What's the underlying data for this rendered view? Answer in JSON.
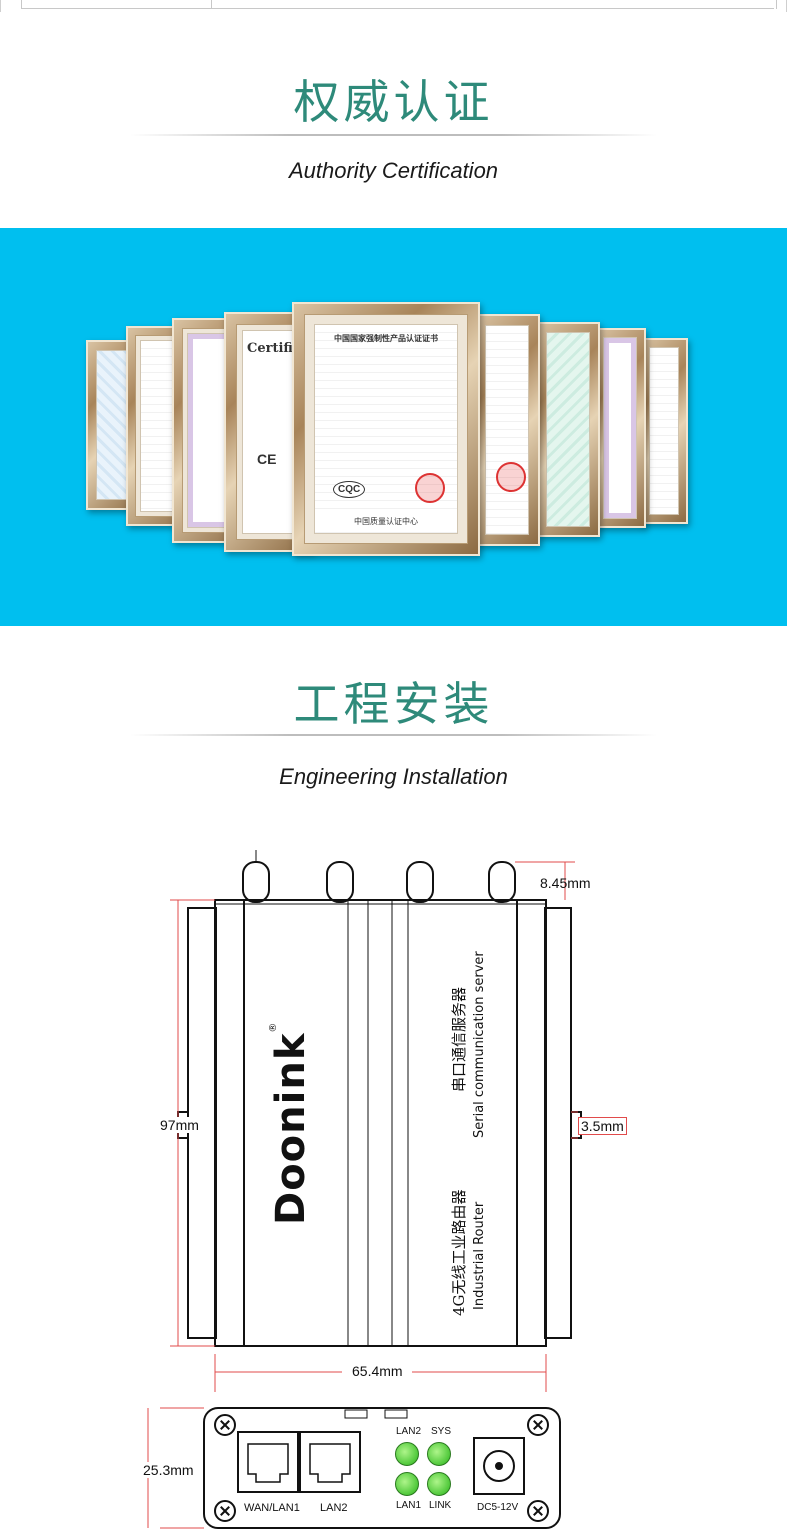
{
  "authority": {
    "title_cn": "权威认证",
    "title_en": "Authority Certification"
  },
  "certificates": {
    "main_title": "中国国家强制性产品认证证书",
    "main_footer": "中国质量认证中心",
    "main_mark": "CQC",
    "ce_title": "Certificate",
    "ce_mark": "CE"
  },
  "engineering": {
    "title_cn": "工程安装",
    "title_en": "Engineering Installation"
  },
  "drawing": {
    "brand": "Doonink",
    "registered_mark": "®",
    "product_line1_cn": "串口通信服务器",
    "product_line1_en": "Serial communication server",
    "product_line2_cn": "4G无线工业路由器",
    "product_line2_en": "Industrial Router",
    "dim_antenna": "8.45mm",
    "dim_height": "97mm",
    "dim_tab": "3.5mm",
    "dim_width": "65.4mm",
    "dim_depth": "25.3mm",
    "ports": {
      "wan": "WAN/LAN1",
      "lan2": "LAN2",
      "led_lan2": "LAN2",
      "led_sys": "SYS",
      "led_lan1": "LAN1",
      "led_link": "LINK",
      "power": "DC5-12V"
    }
  },
  "colors": {
    "title_teal": "#2e8a7a",
    "band_cyan": "#00bfef",
    "led_green": "#4fc83a"
  }
}
